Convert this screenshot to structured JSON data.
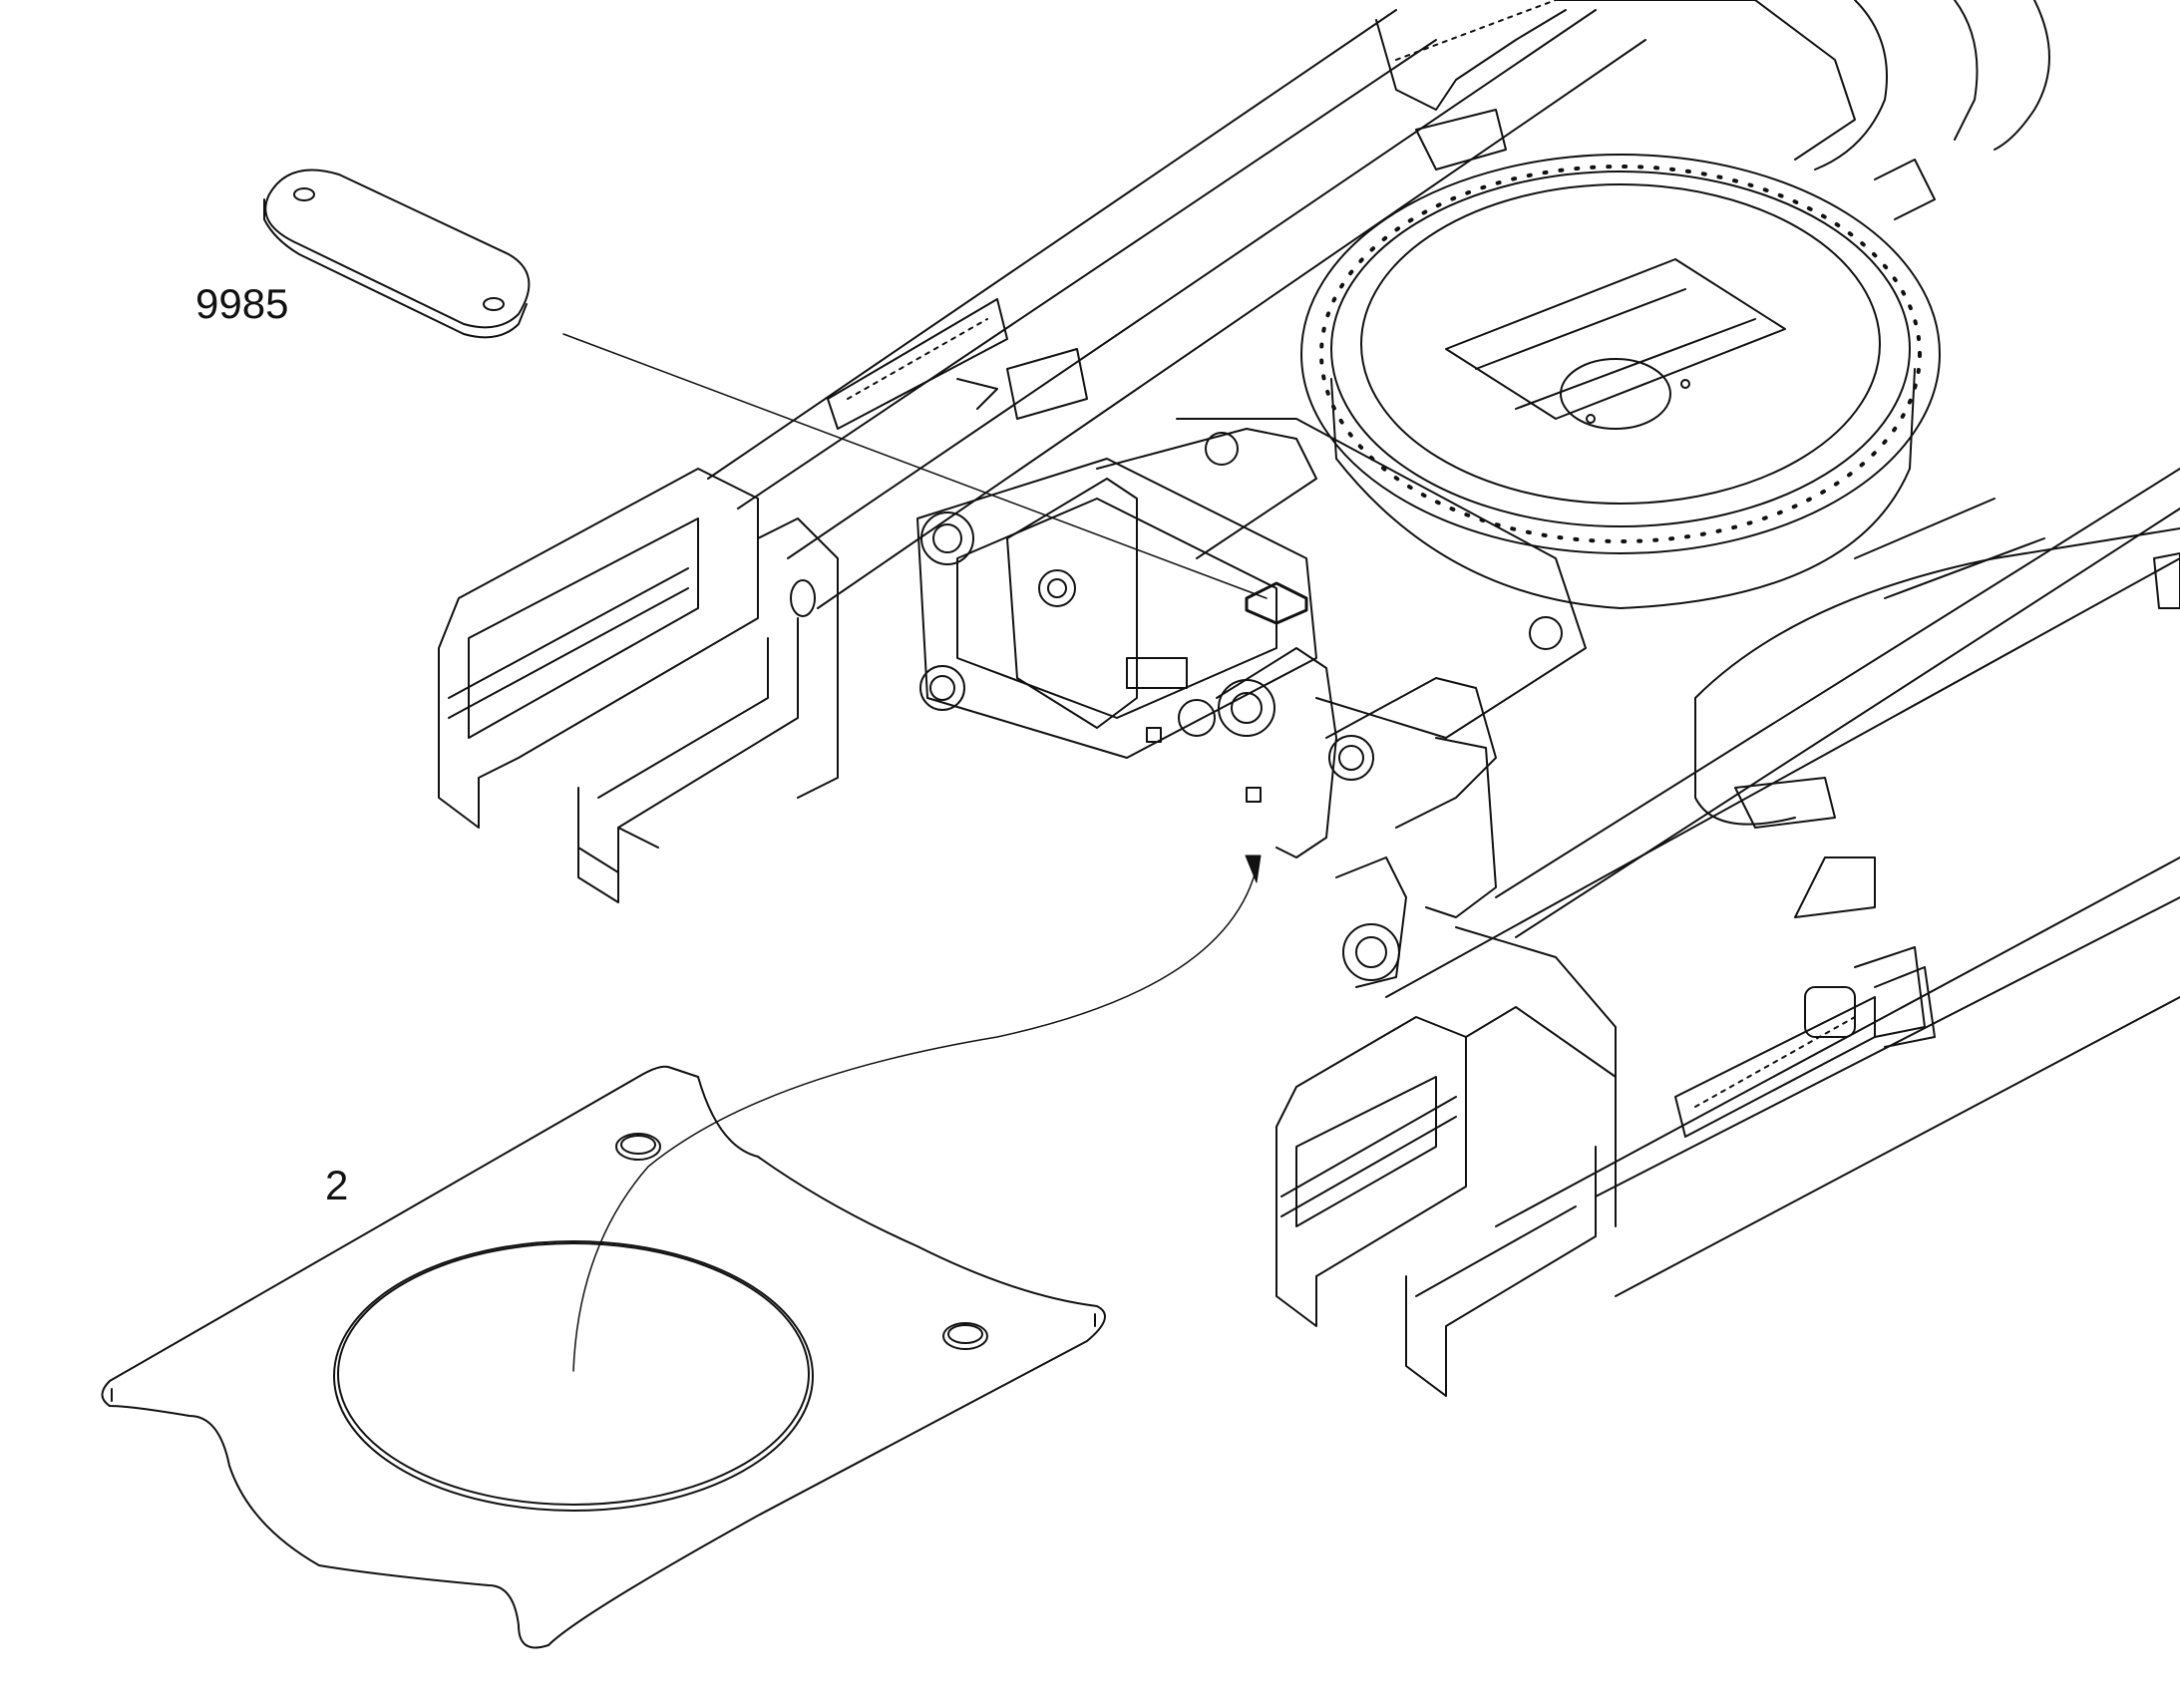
{
  "diagram": {
    "callouts": [
      {
        "id": "cover-plate",
        "label": "9985"
      },
      {
        "id": "gasket-plate",
        "label": "2"
      }
    ],
    "colors": {
      "line": "#111111",
      "background": "#ffffff"
    },
    "icons": [
      "arrow-head-icon"
    ]
  }
}
